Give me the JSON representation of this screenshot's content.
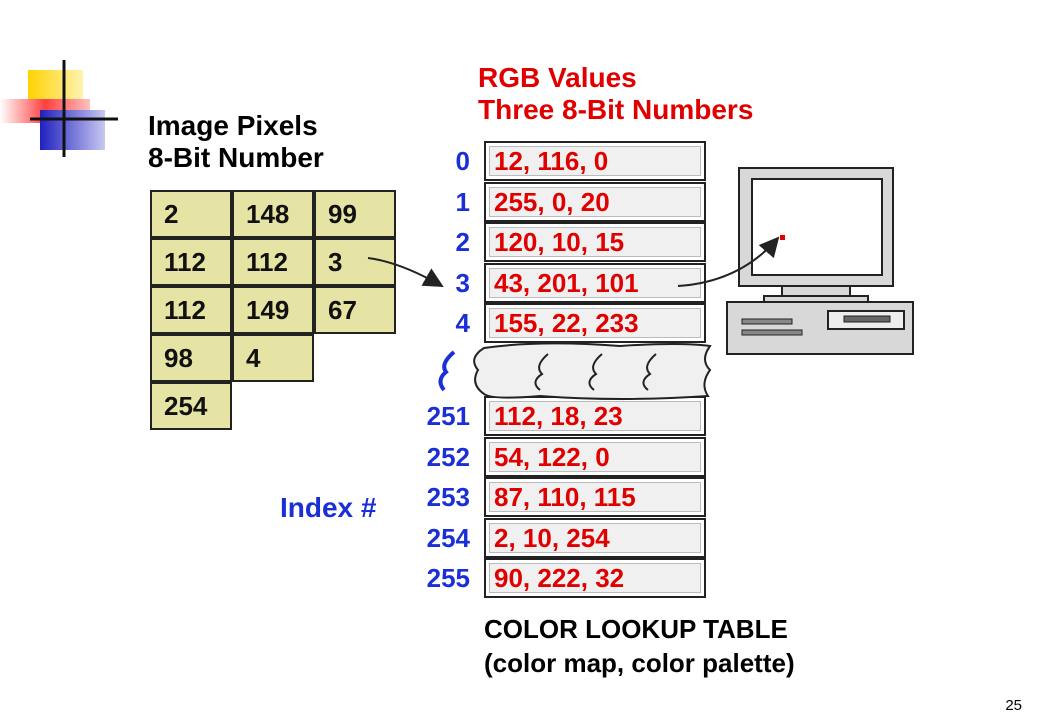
{
  "pixels": {
    "title_line1": "Image Pixels",
    "title_line2": "8-Bit Number",
    "rows": [
      [
        "2",
        "148",
        "99"
      ],
      [
        "112",
        "112",
        "3"
      ],
      [
        "112",
        "149",
        "67"
      ],
      [
        "98",
        "4"
      ],
      [
        "254"
      ]
    ]
  },
  "rgb": {
    "title_line1": "RGB Values",
    "title_line2": "Three 8-Bit Numbers"
  },
  "lut_top": [
    {
      "index": "0",
      "value": "12, 116, 0"
    },
    {
      "index": "1",
      "value": "255, 0, 20"
    },
    {
      "index": "2",
      "value": "120, 10, 15"
    },
    {
      "index": "3",
      "value": "43, 201, 101"
    },
    {
      "index": "4",
      "value": "155, 22, 233"
    }
  ],
  "lut_bottom": [
    {
      "index": "251",
      "value": "112, 18, 23"
    },
    {
      "index": "252",
      "value": "54, 122, 0"
    },
    {
      "index": "253",
      "value": "87, 110, 115"
    },
    {
      "index": "254",
      "value": "2, 10, 254"
    },
    {
      "index": "255",
      "value": "90, 222, 32"
    }
  ],
  "index_label": "Index #",
  "caption_line1": "COLOR LOOKUP TABLE",
  "caption_line2": "(color map, color palette)",
  "page_number": "25",
  "colors": {
    "rgb_text": "#e00000",
    "index_text": "#1a2fd6",
    "pixel_fill": "#e6e4a4"
  }
}
